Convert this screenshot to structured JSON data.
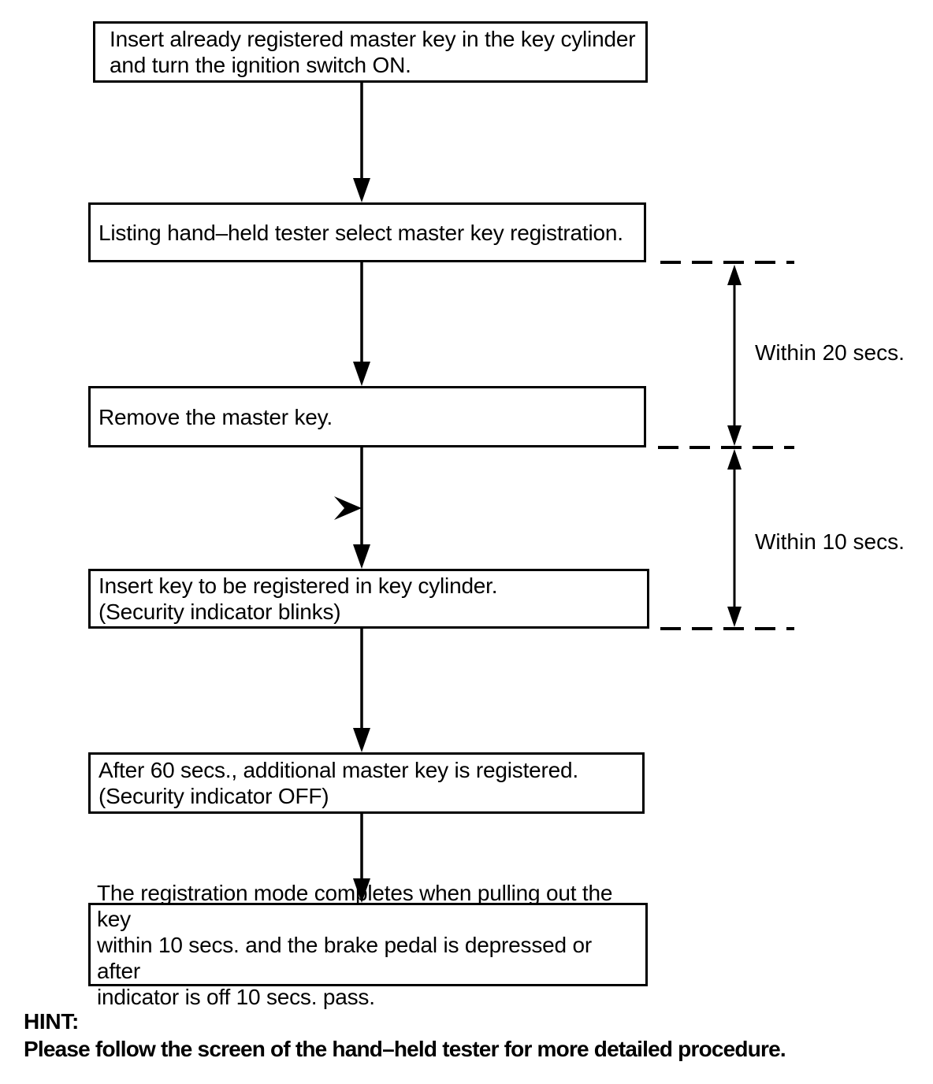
{
  "colors": {
    "background": "#ffffff",
    "ink": "#000000"
  },
  "flowchart": {
    "steps": [
      {
        "lines": [
          "Insert already registered master key in the key cylinder",
          "and turn the ignition switch ON."
        ]
      },
      {
        "lines": [
          "Listing hand–held tester select master key registration."
        ]
      },
      {
        "lines": [
          "Remove the master key."
        ]
      },
      {
        "lines": [
          "Insert key to be registered in key cylinder.",
          "(Security indicator blinks)"
        ]
      },
      {
        "lines": [
          "After 60 secs., additional master key is registered.",
          "(Security indicator OFF)"
        ]
      },
      {
        "lines": [
          "The registration mode completes when pulling out the key",
          "within 10 secs. and the brake pedal is depressed or after",
          "indicator is off 10 secs. pass."
        ]
      }
    ],
    "timing_annotations": [
      {
        "label": "Within 20 secs."
      },
      {
        "label": "Within 10 secs."
      }
    ]
  },
  "hint": {
    "label": "HINT:",
    "text": "Please follow the screen of the hand–held tester for more detailed procedure."
  }
}
